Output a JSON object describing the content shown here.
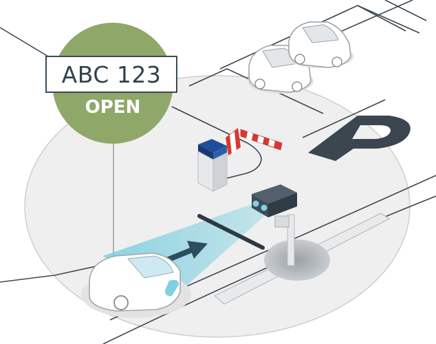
{
  "plate": {
    "number": "ABC 123",
    "status": "OPEN"
  },
  "parking_sign": {
    "letter": "P"
  },
  "colors": {
    "badge_green": "#8fa86a",
    "ground": "#efefef",
    "lines": "#3c4650",
    "scan_beam": "#7fd0e0",
    "arrow": "#2d4e5e",
    "barrier_red": "#d8382f",
    "booth_blue": "#1f4f9a",
    "camera": "#3e4c58"
  },
  "icons": [
    "parked-car-icon",
    "camera-icon",
    "barrier-gate-icon",
    "direction-arrow-icon"
  ]
}
